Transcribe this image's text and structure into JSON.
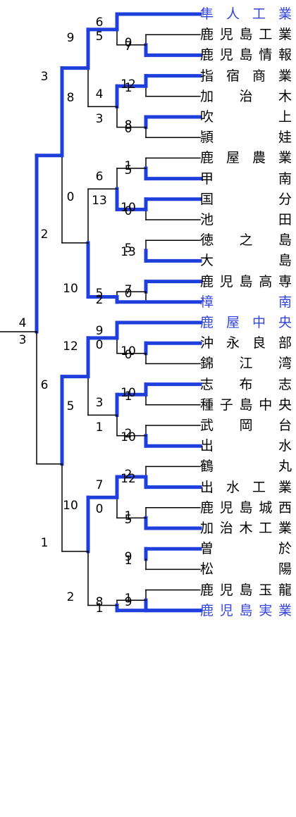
{
  "colors": {
    "winner_line": "#1f3fdd",
    "line": "#000000",
    "seed_team": "#3344dd"
  },
  "teams": [
    {
      "name": "隼人工業",
      "seed": true
    },
    {
      "name": "鹿児島工業",
      "seed": false
    },
    {
      "name": "鹿児島情報",
      "seed": false
    },
    {
      "name": "指宿商業",
      "seed": false
    },
    {
      "name": "加治木",
      "seed": false
    },
    {
      "name": "吹上",
      "seed": false
    },
    {
      "name": "頴娃",
      "seed": false
    },
    {
      "name": "鹿屋農業",
      "seed": false
    },
    {
      "name": "甲南",
      "seed": false
    },
    {
      "name": "国分",
      "seed": false
    },
    {
      "name": "池田",
      "seed": false
    },
    {
      "name": "徳之島",
      "seed": false
    },
    {
      "name": "大島",
      "seed": false
    },
    {
      "name": "鹿児島高専",
      "seed": false
    },
    {
      "name": "樟南",
      "seed": true
    },
    {
      "name": "鹿屋中央",
      "seed": true
    },
    {
      "name": "沖永良部",
      "seed": false
    },
    {
      "name": "錦江湾",
      "seed": false
    },
    {
      "name": "志布志",
      "seed": false
    },
    {
      "name": "種子島中央",
      "seed": false
    },
    {
      "name": "武岡台",
      "seed": false
    },
    {
      "name": "出水",
      "seed": false
    },
    {
      "name": "鶴丸",
      "seed": false
    },
    {
      "name": "出水工業",
      "seed": false
    },
    {
      "name": "鹿児島城西",
      "seed": false
    },
    {
      "name": "加治木工業",
      "seed": false
    },
    {
      "name": "曽於",
      "seed": false
    },
    {
      "name": "松陽",
      "seed": false
    },
    {
      "name": "鹿児島玉龍",
      "seed": false
    },
    {
      "name": "鹿児島実業",
      "seed": true
    }
  ],
  "round1": [
    {
      "top": "0",
      "bottom": "7",
      "winner": "bottom"
    },
    {
      "top": "12",
      "bottom": "1",
      "winner": "top"
    },
    {
      "top": "8",
      "bottom": "0",
      "winner": "top"
    },
    {
      "top": "1",
      "bottom": "5",
      "winner": "bottom"
    },
    {
      "top": "10",
      "bottom": "0",
      "winner": "top"
    },
    {
      "top": "5",
      "bottom": "13",
      "winner": "bottom"
    },
    {
      "top": "7",
      "bottom": "0",
      "winner": "top"
    },
    {
      "top": "10",
      "bottom": "0",
      "winner": "top"
    },
    {
      "top": "10",
      "bottom": "1",
      "winner": "top"
    },
    {
      "top": "2",
      "bottom": "10",
      "winner": "bottom"
    },
    {
      "top": "2",
      "bottom": "12",
      "winner": "bottom"
    },
    {
      "top": "1",
      "bottom": "5",
      "winner": "bottom"
    },
    {
      "top": "9",
      "bottom": "1",
      "winner": "top"
    },
    {
      "top": "1",
      "bottom": "9",
      "winner": "bottom"
    }
  ],
  "round2": [
    {
      "top": "6",
      "bottom": "5",
      "winner": "top"
    },
    {
      "top": "4",
      "bottom": "3",
      "winner": "top"
    },
    {
      "top": "6",
      "bottom": "13",
      "winner": "bottom"
    },
    {
      "top": "2",
      "bottom": "5",
      "winner": "bottom"
    },
    {
      "top": "9",
      "bottom": "0",
      "winner": "top"
    },
    {
      "top": "3",
      "bottom": "1",
      "winner": "top"
    },
    {
      "top": "7",
      "bottom": "0",
      "winner": "top"
    },
    {
      "top": "1",
      "bottom": "8",
      "winner": "bottom"
    }
  ],
  "round3": [
    {
      "top": "9",
      "bottom": "8",
      "winner": "top"
    },
    {
      "top": "0",
      "bottom": "10",
      "winner": "bottom"
    },
    {
      "top": "12",
      "bottom": "5",
      "winner": "top"
    },
    {
      "top": "10",
      "bottom": "2",
      "winner": "top"
    }
  ],
  "round4": [
    {
      "top": "3",
      "bottom": "2",
      "winner": "top"
    },
    {
      "top": "6",
      "bottom": "1",
      "winner": "top"
    }
  ],
  "final": {
    "top": "4",
    "bottom": "3",
    "winner": "top"
  }
}
